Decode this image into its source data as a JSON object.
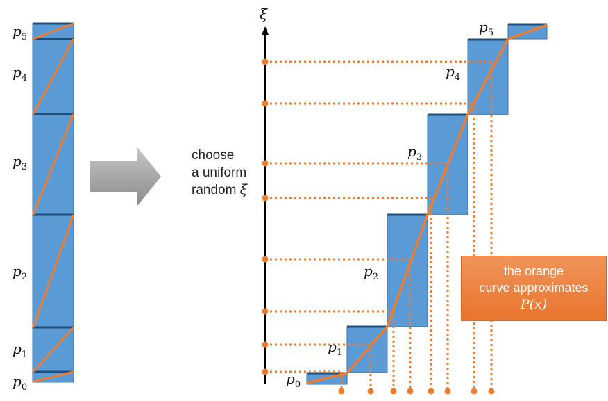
{
  "left_labels": {
    "p0": "p",
    "p0_sub": "0",
    "p1": "p",
    "p1_sub": "1",
    "p2": "p",
    "p2_sub": "2",
    "p3": "p",
    "p3_sub": "3",
    "p4": "p",
    "p4_sub": "4",
    "p5": "p",
    "p5_sub": "5"
  },
  "right_labels": {
    "p0": "p",
    "p0_sub": "0",
    "p1": "p",
    "p1_sub": "1",
    "p2": "p",
    "p2_sub": "2",
    "p3": "p",
    "p3_sub": "3",
    "p4": "p",
    "p4_sub": "4",
    "p5": "p",
    "p5_sub": "5"
  },
  "axis_symbol": "ξ",
  "instruction": {
    "line1": "choose",
    "line2": "a uniform",
    "line3": "random",
    "symbol": "ξ"
  },
  "callout": {
    "line1": "the orange",
    "line2": "curve approximates",
    "formula": "P(x)"
  },
  "colors": {
    "bar_fill": "#5b9bd5",
    "bar_edge": "#41719c",
    "bar_top": "#1f4e79",
    "orange": "#ed7d31",
    "arrow": "#a6a6a6"
  }
}
